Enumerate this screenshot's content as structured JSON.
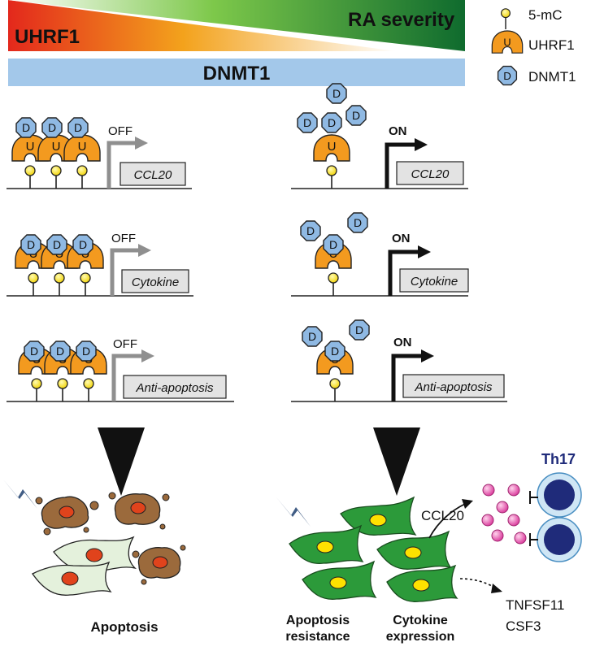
{
  "header": {
    "uhrf1_label": "UHRF1",
    "ra_severity_label": "RA severity",
    "dnmt1_label": "DNMT1"
  },
  "legend": {
    "items": [
      {
        "label": "5-mC",
        "icon": "methyl-marker-icon"
      },
      {
        "label": "UHRF1",
        "icon": "uhrf1-protein-icon"
      },
      {
        "label": "DNMT1",
        "icon": "dnmt1-protein-icon"
      }
    ]
  },
  "protein_letters": {
    "uhrf1": "U",
    "dnmt1": "D"
  },
  "left_panels": [
    {
      "state": "OFF",
      "gene": "CCL20"
    },
    {
      "state": "OFF",
      "gene": "Cytokine"
    },
    {
      "state": "OFF",
      "gene": "Anti-apoptosis"
    }
  ],
  "right_panels": [
    {
      "state": "ON",
      "gene": "CCL20"
    },
    {
      "state": "ON",
      "gene": "Cytokine"
    },
    {
      "state": "ON",
      "gene": "Anti-apoptosis"
    }
  ],
  "outcomes": {
    "left_label": "Apoptosis",
    "right_label_1_line1": "Apoptosis",
    "right_label_1_line2": "resistance",
    "right_label_2_line1": "Cytokine",
    "right_label_2_line2": "expression",
    "ccl20": "CCL20",
    "th17": "Th17",
    "tnfsf11": "TNFSF11",
    "csf3": "CSF3"
  },
  "colors": {
    "uhrf1_orange": "#f39a1f",
    "dnmt1_blue": "#8fb9e3",
    "methyl_yellow": "#ffe100",
    "dnmt1_bar": "#a3c8ea",
    "th17_navy": "#1f2b7a",
    "apoptotic_brown": "#9b6a3c",
    "healthy_green": "#2c9a3a",
    "pale_cell": "#e4f1dc",
    "chemokine_pink": "#d9369a"
  }
}
